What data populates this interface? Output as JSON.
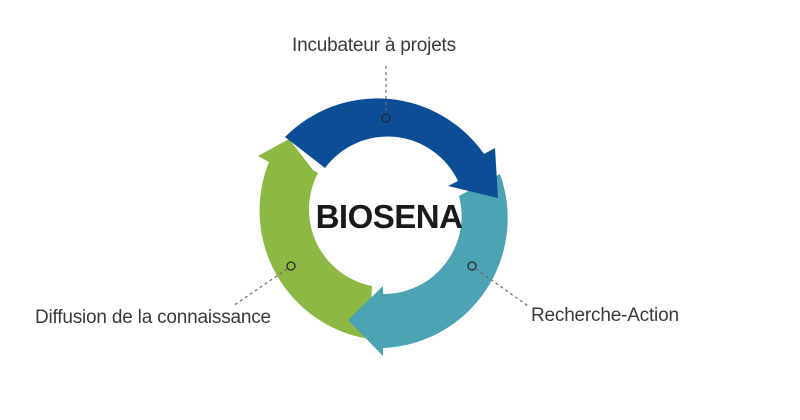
{
  "diagram": {
    "center_label": "BIOSENA",
    "segments": [
      {
        "id": "top",
        "label": "Incubateur à projets",
        "color": "#0c4d96"
      },
      {
        "id": "right",
        "label": "Recherche-Action",
        "color": "#4ba3b4"
      },
      {
        "id": "left",
        "label": "Diffusion de la connaissance",
        "color": "#8db843"
      }
    ]
  }
}
